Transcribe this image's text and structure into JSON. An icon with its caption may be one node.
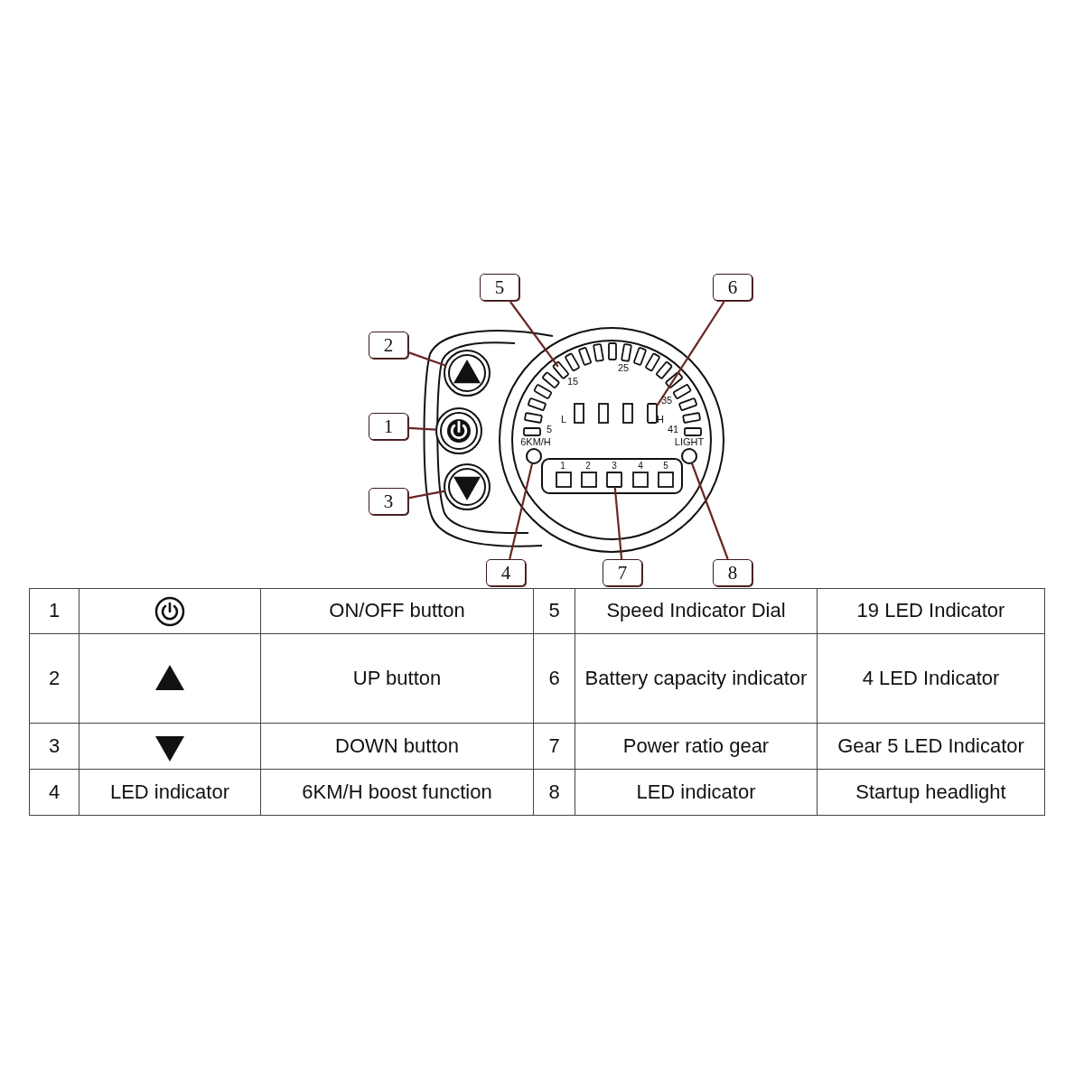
{
  "diagram": {
    "nodes": [
      {
        "text": [
          "5"
        ]
      },
      {
        "text": [
          "6"
        ]
      },
      {
        "text": [
          "2"
        ]
      },
      {
        "text": [
          "1"
        ]
      },
      {
        "text": [
          "3"
        ]
      },
      {
        "text": [
          "4"
        ]
      },
      {
        "text": [
          "7"
        ]
      },
      {
        "text": [
          "8"
        ]
      },
      {
        "text": [],
        "shape": "circle"
      },
      {
        "text": [],
        "shape": "bar"
      },
      {
        "text": [],
        "shape": "bar"
      },
      {
        "text": [],
        "shape": "circle"
      },
      {
        "text": [],
        "shape": "circle"
      },
      {
        "text": [],
        "shape": "circle"
      },
      {
        "text": [],
        "shape": "box"
      },
      {
        "text": [],
        "shape": "circle"
      }
    ],
    "edges": [
      {
        "from": 0,
        "to": 9,
        "arrow": "none"
      },
      {
        "from": 1,
        "to": 10,
        "arrow": "none"
      },
      {
        "from": 2,
        "to": 8,
        "arrow": "none"
      },
      {
        "from": 3,
        "to": 11,
        "arrow": "none"
      },
      {
        "from": 4,
        "to": 12,
        "arrow": "none"
      },
      {
        "from": 5,
        "to": 13,
        "arrow": "none"
      },
      {
        "from": 6,
        "to": 14,
        "arrow": "none"
      },
      {
        "from": 7,
        "to": 15,
        "arrow": "none"
      }
    ],
    "labels": [
      "25",
      "15",
      "35",
      "L",
      "H",
      "5",
      "41",
      "6KM/H",
      "LIGHT",
      "1",
      "2",
      "3",
      "4",
      "5",
      "1",
      "ON/OFF button",
      "5",
      "Speed Indicator Dial",
      "19 LED Indicator",
      "2",
      "UP button",
      "6",
      "Battery capacity indicator",
      "4 LED Indicator",
      "3",
      "DOWN button",
      "7",
      "Power ratio gear",
      "Gear 5 LED Indicator",
      "4",
      "LED indicator",
      "6KM/H boost function",
      "8",
      "LED indicator",
      "Startup headlight"
    ]
  }
}
